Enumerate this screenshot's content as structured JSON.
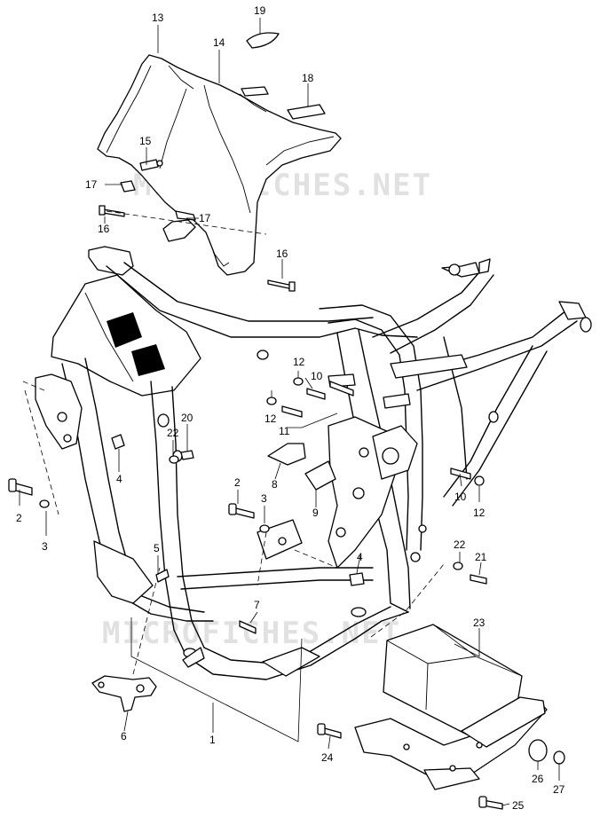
{
  "watermark": "MICROFICHES.NET",
  "callouts": {
    "c1": "1",
    "c2a": "2",
    "c2b": "2",
    "c3a": "3",
    "c3b": "3",
    "c4a": "4",
    "c4b": "4",
    "c5": "5",
    "c6": "6",
    "c7": "7",
    "c8": "8",
    "c9": "9",
    "c10a": "10",
    "c10b": "10",
    "c11": "11",
    "c12a": "12",
    "c12b": "12",
    "c12c": "12",
    "c13": "13",
    "c14": "14",
    "c15": "15",
    "c16a": "16",
    "c16b": "16",
    "c17a": "17",
    "c17b": "17",
    "c18": "18",
    "c19": "19",
    "c20": "20",
    "c21": "21",
    "c22a": "22",
    "c22b": "22",
    "c23": "23",
    "c24": "24",
    "c25": "25",
    "c26": "26",
    "c27": "27"
  }
}
